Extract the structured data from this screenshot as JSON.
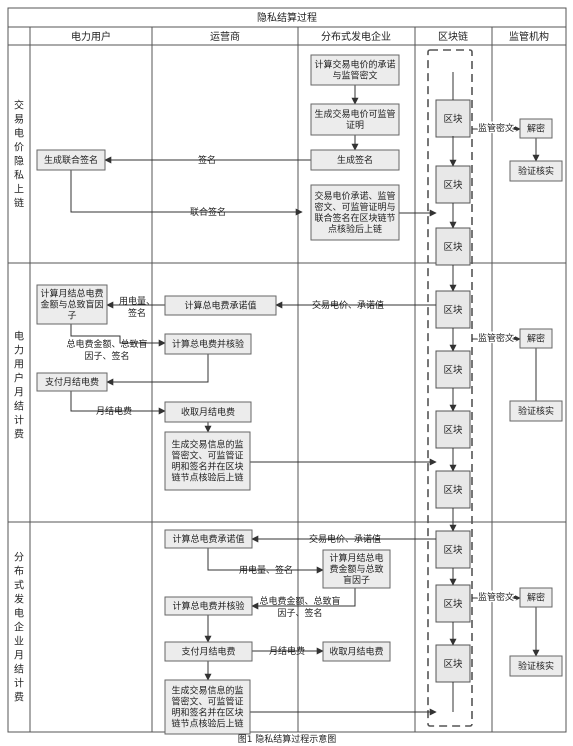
{
  "title": "隐私结算过程",
  "columns": [
    "电力用户",
    "运营商",
    "分布式发电企业",
    "区块链",
    "监管机构"
  ],
  "phases": [
    "交易电价隐私上链",
    "电力用户月结计费",
    "分布式发电企业月结计费"
  ],
  "boxes": {
    "p1_compute_commit": "计算交易电价的承诺与监管密文",
    "p1_gen_proof": "生成交易电价可监管证明",
    "p1_gen_sig": "生成签名",
    "p1_gen_joint_sig": "生成联合签名",
    "p1_upload": "交易电价承诺、监管密文、可监管证明与联合签名在区块链节点核验后上链",
    "p2_calc_total": "计算月结总电费金额与总致盲因子",
    "p2_calc_commit": "计算总电费承诺值",
    "p2_calc_verify": "计算总电费并核验",
    "p2_pay": "支付月结电费",
    "p2_receive": "收取月结电费",
    "p2_upload": "生成交易信息的监管密文、可监管证明和签名并在区块链节点核验后上链",
    "p3_calc_commit": "计算总电费承诺值",
    "p3_calc_total": "计算月结总电费金额与总致盲因子",
    "p3_calc_verify": "计算总电费并核验",
    "p3_pay": "支付月结电费",
    "p3_receive": "收取月结电费",
    "p3_upload": "生成交易信息的监管密文、可监管证明和签名并在区块链节点核验后上链",
    "decrypt": "解密",
    "verify": "验证核实"
  },
  "block_label": "区块",
  "edge_labels": {
    "signature": "签名",
    "joint_signature": "联合签名",
    "regulatory_ciphertext": "监管密文",
    "usage_signature": "用电量、签名",
    "price_commit": "交易电价、承诺值",
    "total_fee_blind_sig": "总电费金额、总致盲因子、签名",
    "monthly_fee": "月结电费"
  },
  "caption": "图1 隐私结算过程示意图"
}
